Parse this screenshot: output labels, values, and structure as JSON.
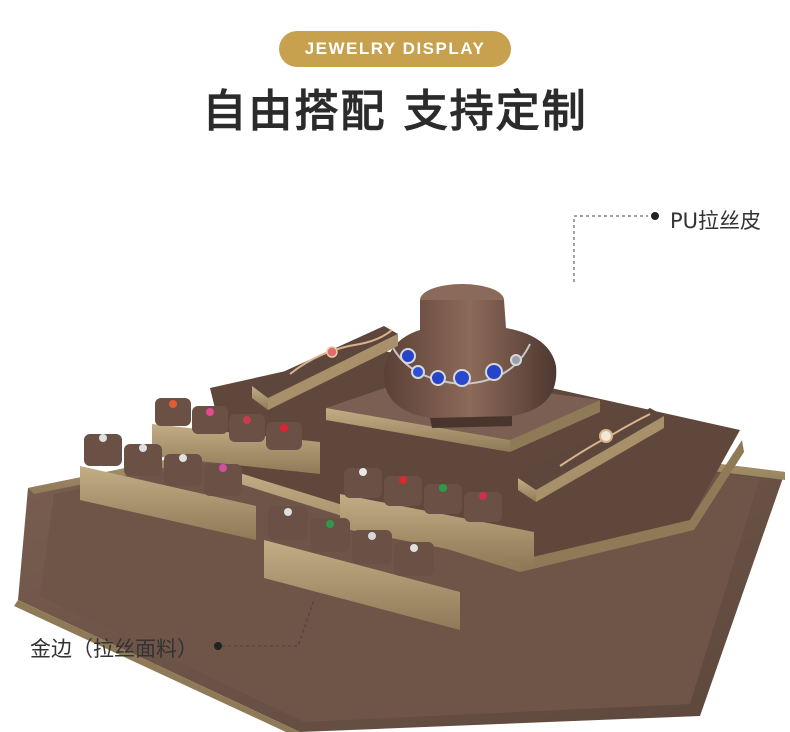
{
  "badge": {
    "label": "JEWELRY DISPLAY"
  },
  "headline": {
    "text": "自由搭配 支持定制"
  },
  "callouts": {
    "pu_leather": "PU拉丝皮",
    "gold_edge": "金边（拉丝面料）"
  },
  "colors": {
    "accent_gold": "#c8a14e",
    "leather_brown": "#6f5448",
    "trim_gold": "#a8906a",
    "text_dark": "#2b2b2b"
  }
}
